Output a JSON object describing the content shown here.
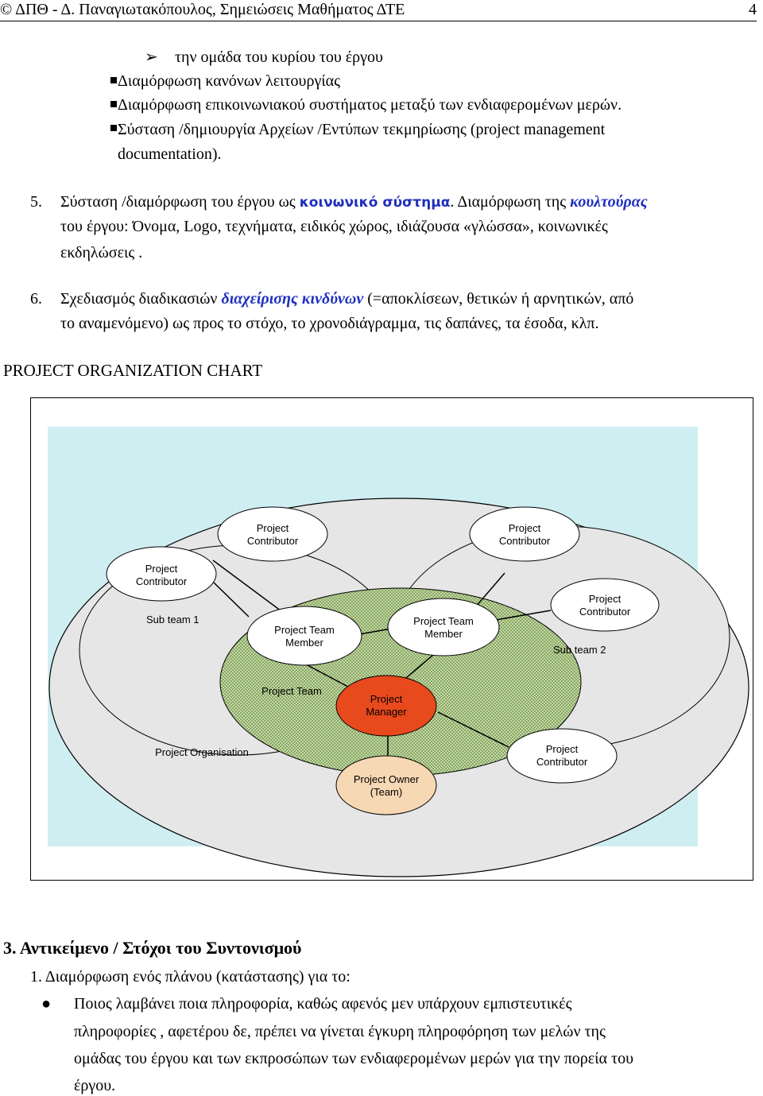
{
  "header": {
    "left": "© ΔΠΘ - Δ. Παναγιωτακόπουλος, Σημειώσεις Μαθήματος ΔΤΕ",
    "page_number": "4"
  },
  "lines": {
    "l1": "την ομάδα του κυρίου του έργου",
    "l2": "Διαμόρφωση κανόνων λειτουργίας",
    "l3": "Διαμόρφωση  επικοινωνιακού συστήματος μεταξύ των ενδιαφερομένων μερών.",
    "l4": "Σύσταση /δημιουργία  Αρχείων /Εντύπων τεκμηρίωσης (project management",
    "l5": "documentation).",
    "i5_num": "5.",
    "i5_a": "Σύσταση /διαμόρφωση του έργου ως",
    "i5_b": "κοινωνικό σύστημα",
    "i5_c": ". Διαμόρφωση της",
    "i5_d": "κουλτούρας",
    "i5_e": "του  έργου: Όνομα, Logo,  τεχνήματα,  ειδικός χώρος, ιδιάζουσα «γλώσσα», κοινωνικές",
    "i5_f": "εκδηλώσεις .",
    "i6_num": "6.",
    "i6_a": "Σχεδιασμός διαδικασιών",
    "i6_b": "διαχείρισης κινδύνων",
    "i6_c": "(=αποκλίσεων, θετικών ή αρνητικών, από",
    "i6_d": "το αναμενόμενο) ως προς το  στόχο, το χρονοδιάγραμμα, τις δαπάνες, τα έσοδα, κλπ.",
    "chart_title": "PROJECT ORGANIZATION  CHART"
  },
  "diagram": {
    "pc_top_left": [
      "Project",
      "Contributor"
    ],
    "pc_top_right": [
      "Project",
      "Contributor"
    ],
    "pc_left": [
      "Project",
      "Contributor"
    ],
    "pc_right": [
      "Project",
      "Contributor"
    ],
    "pc_bottom_right": [
      "Project",
      "Contributor"
    ],
    "subteam1": "Sub team 1",
    "subteam2": "Sub team 2",
    "ptm_left": [
      "Project Team",
      "Member"
    ],
    "ptm_right": [
      "Project Team",
      "Member"
    ],
    "project_team": "Project Team",
    "manager": [
      "Project",
      "Manager"
    ],
    "organisation": "Project Organisation",
    "owner": [
      "Project Owner",
      "(Team)"
    ],
    "colors": {
      "manager_fill": "#e8491d",
      "owner_fill": "#f7d8b4",
      "bg": "#cfeef2",
      "ellipse_grey": "#e6e6e6"
    }
  },
  "section3": {
    "heading": "3. Αντικείμενο / Στόχοι του Συντονισμού",
    "n1": "1.  Διαμόρφωση ενός πλάνου (κατάστασης) για το:",
    "b1": "Ποιος λαμβάνει ποια πληροφορία, καθώς αφενός  μεν υπάρχουν  εμπιστευτικές",
    "b2": "πληροφορίες , αφετέρου δε,   πρέπει να  γίνεται έγκυρη πληροφόρηση των μελών της",
    "b3": "ομάδας του έργου και των εκπροσώπων των ενδιαφερομένων μερών για την πορεία του",
    "b4": "έργου."
  }
}
